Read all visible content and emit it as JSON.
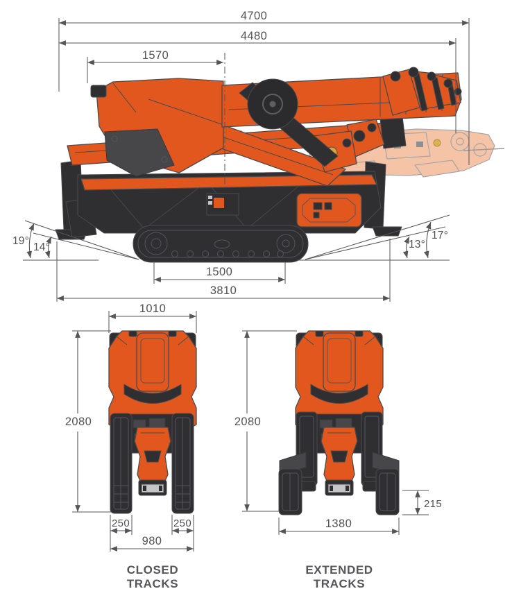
{
  "colors": {
    "accent_orange": "#E2571E",
    "machine_dark": "#2F2F31",
    "dimension_gray": "#55555A",
    "ghost_peach": "#F5C3A6"
  },
  "side_view": {
    "dimensions": {
      "overall_length_with_jib": "4700",
      "overall_length": "4480",
      "front_overhang": "1570",
      "track_contact_length": "1500",
      "undercarriage_length": "3810"
    },
    "angles": {
      "front_outer": "19°",
      "front_inner": "14°",
      "rear_inner": "13°",
      "rear_outer": "17°"
    }
  },
  "closed_view": {
    "dimensions": {
      "upper_body_width": "1010",
      "overall_length": "2080",
      "track_shoe_left": "250",
      "track_shoe_right": "250",
      "overall_track_width": "980"
    },
    "caption": {
      "line1": "CLOSED",
      "line2": "TRACKS"
    }
  },
  "extended_view": {
    "dimensions": {
      "overall_length": "2080",
      "track_pad_height": "215",
      "overall_track_width": "1380"
    },
    "caption": {
      "line1": "EXTENDED",
      "line2": "TRACKS"
    }
  }
}
